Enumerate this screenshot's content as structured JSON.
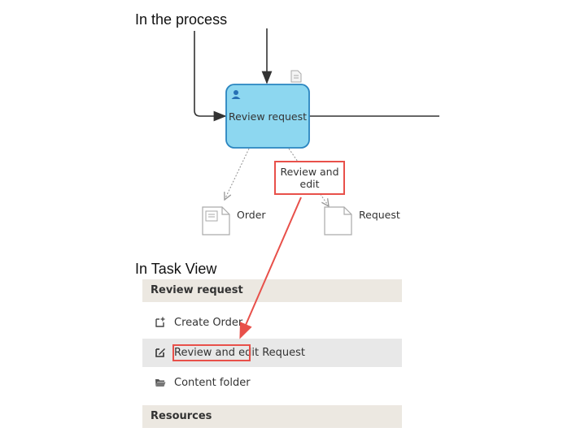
{
  "headings": {
    "process": "In the process",
    "task_view": "In Task View"
  },
  "diagram": {
    "task_label": "Review request",
    "annotation_line1": "Review and",
    "annotation_line2": "edit",
    "data_object_1": "Order",
    "data_object_2": "Request"
  },
  "task_view": {
    "section_title": "Review request",
    "items": [
      {
        "label": "Create Order",
        "icon": "add-document-icon"
      },
      {
        "label_highlight": "Review and edit",
        "label_rest": " Request",
        "icon": "edit-icon"
      },
      {
        "label": "Content folder",
        "icon": "folder-icon"
      }
    ],
    "resources_title": "Resources"
  },
  "colors": {
    "task_fill": "#8dd7f0",
    "task_stroke": "#2a85c0",
    "highlight": "#e8504a",
    "panel_header": "#ece8e1",
    "selected_row": "#e8e8e8"
  }
}
